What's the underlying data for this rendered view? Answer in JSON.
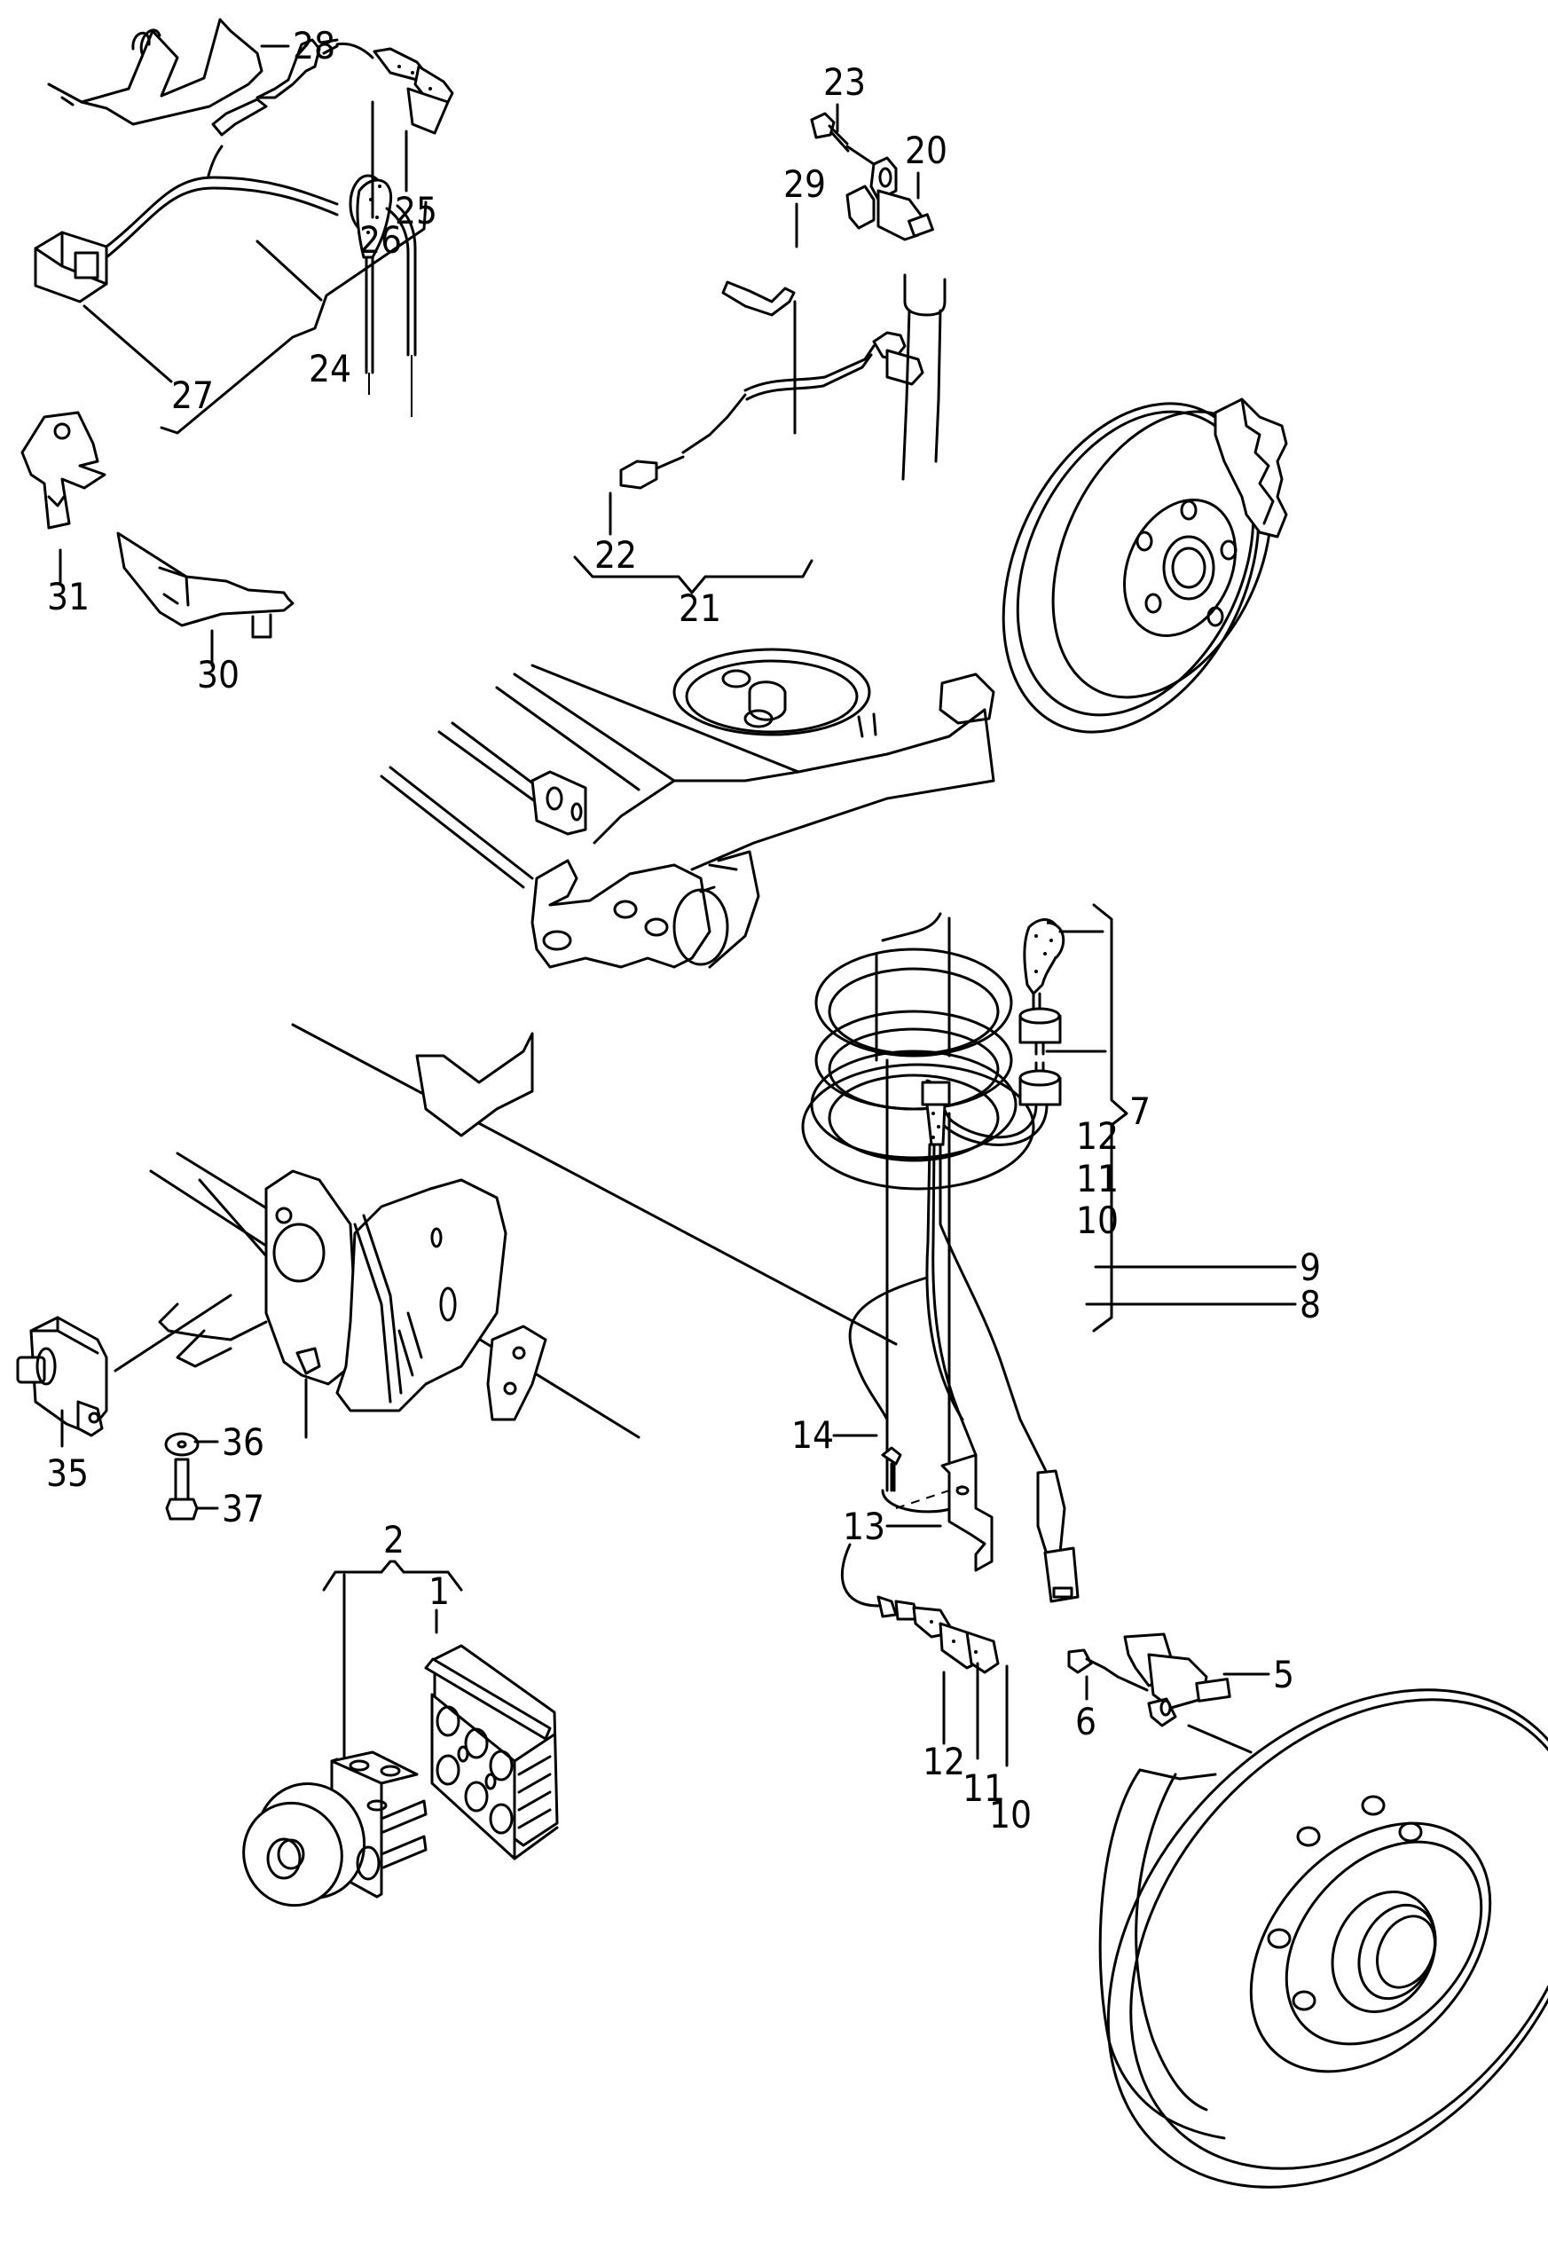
{
  "diagram": {
    "type": "exploded parts diagram",
    "subject": "ABS brake system: control unit, hydraulic unit, wheel speed sensors, wiring and brackets",
    "line_color": "#000000",
    "background_color": "#ffffff",
    "callouts": {
      "c1": "1",
      "c2": "2",
      "c5": "5",
      "c6": "6",
      "c7": "7",
      "c8": "8",
      "c9": "9",
      "c10a": "10",
      "c11a": "11",
      "c12a": "12",
      "c10b": "10",
      "c11b": "11",
      "c12b": "12",
      "c13": "13",
      "c14": "14",
      "c20": "20",
      "c21": "21",
      "c22": "22",
      "c23": "23",
      "c24": "24",
      "c25": "25",
      "c26": "26",
      "c27": "27",
      "c28": "28",
      "c29": "29",
      "c30": "30",
      "c31": "31",
      "c35": "35",
      "c36": "36",
      "c37": "37"
    },
    "groups": {
      "group_2": [
        "1",
        "hydraulic-unit"
      ],
      "group_7": [
        "8",
        "9",
        "10",
        "11",
        "12"
      ],
      "group_21": [
        "22",
        "29"
      ],
      "group_24": [
        "25",
        "26",
        "27"
      ]
    }
  }
}
